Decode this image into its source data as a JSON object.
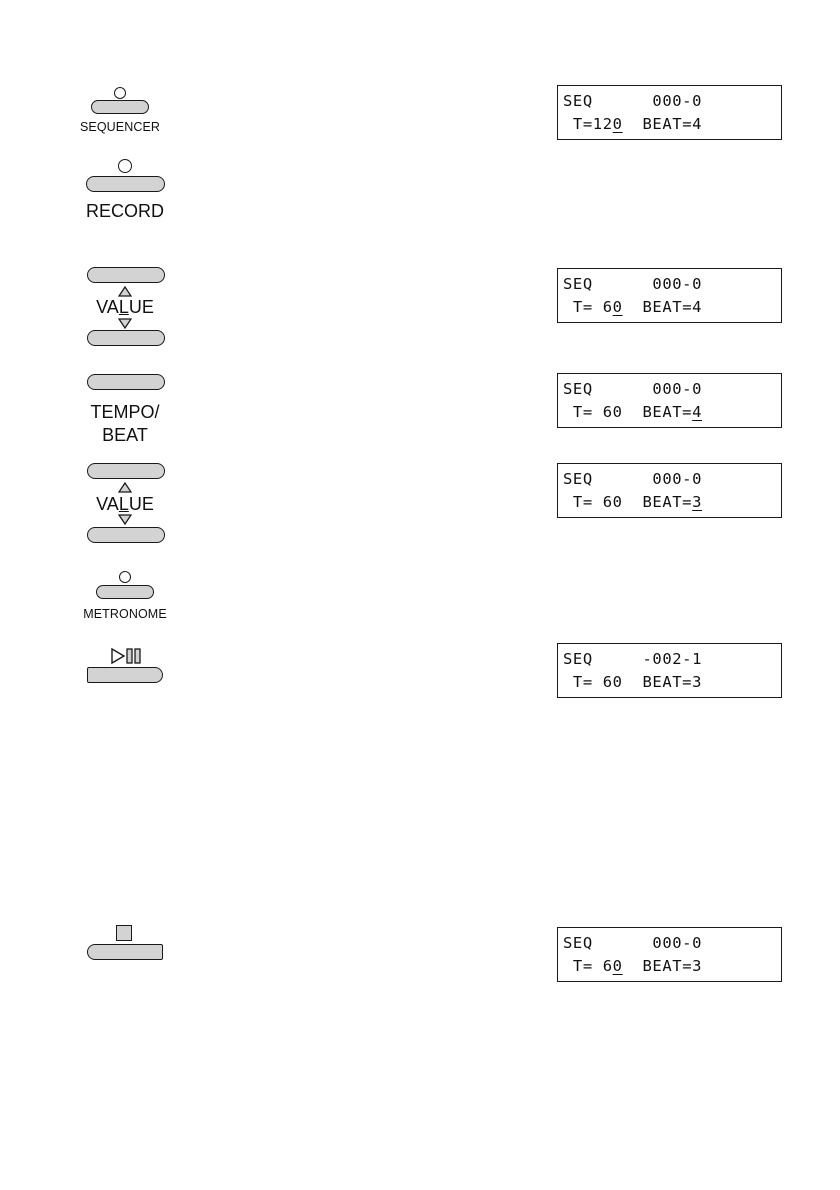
{
  "buttons": {
    "sequencer": {
      "label": "SEQUENCER",
      "icon": "led-indicator"
    },
    "record": {
      "label": "RECORD",
      "icon": "led-indicator"
    },
    "value_1": {
      "label_pre": "VA",
      "label_mid": "L",
      "label_post": "UE",
      "icons": [
        "triangle-up-icon",
        "triangle-down-icon"
      ]
    },
    "tempo_beat": {
      "label_line1": "TEMPO/",
      "label_line2": "BEAT"
    },
    "value_2": {
      "label_pre": "VA",
      "label_mid": "L",
      "label_post": "UE",
      "icons": [
        "triangle-up-icon",
        "triangle-down-icon"
      ]
    },
    "metronome": {
      "label": "METRONOME",
      "icon": "led-indicator"
    },
    "play_pause": {
      "icon": "play-pause-icon"
    },
    "stop": {
      "icon": "stop-icon"
    }
  },
  "displays": [
    {
      "line1": "SEQ      000-0",
      "line2_pre": " T=12",
      "line2_ul": "0",
      "line2_post": "  BEAT=4"
    },
    {
      "line1": "SEQ      000-0",
      "line2_pre": " T= 6",
      "line2_ul": "0",
      "line2_post": "  BEAT=4"
    },
    {
      "line1": "SEQ      000-0",
      "line2_pre": " T= 60  BEAT=",
      "line2_ul": "4",
      "line2_post": ""
    },
    {
      "line1": "SEQ      000-0",
      "line2_pre": " T= 60  BEAT=",
      "line2_ul": "3",
      "line2_post": ""
    },
    {
      "line1": "SEQ     -002-1",
      "line2_pre": " T= 60  BEAT=3",
      "line2_ul": "",
      "line2_post": ""
    },
    {
      "line1": "SEQ      000-0",
      "line2_pre": " T= 6",
      "line2_ul": "0",
      "line2_post": "  BEAT=3"
    }
  ],
  "colors": {
    "button_fill": "#d3d3d3",
    "outline": "#1a1a1a",
    "background": "#ffffff"
  }
}
